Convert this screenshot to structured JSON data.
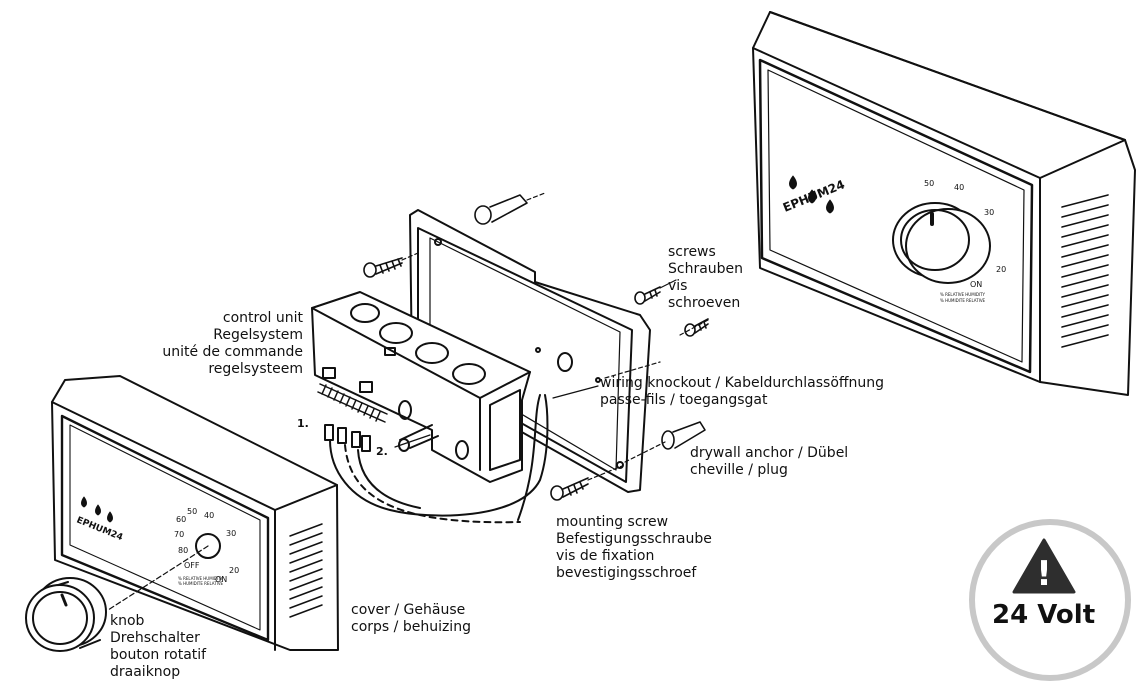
{
  "labels": {
    "screws": [
      "screws",
      "Schrauben",
      "vis",
      "schroeven"
    ],
    "control_unit": [
      "control unit",
      "Regelsystem",
      "unité de commande",
      "regelsysteem"
    ],
    "wiring_knockout": [
      "wiring knockout / Kabeldurchlassöffnung",
      "passe-fils / toegangsgat"
    ],
    "drywall_anchor": [
      "drywall anchor / Dübel",
      "cheville / plug"
    ],
    "mounting_screw": [
      "mounting screw",
      "Befestigungsschraube",
      "vis de fixation",
      "bevestigingsschroef"
    ],
    "cover": [
      "cover / Gehäuse",
      "corps / behuizing"
    ],
    "knob": [
      "knob",
      "Drehschalter",
      "bouton rotatif",
      "draaiknop"
    ]
  },
  "steps": [
    "1.",
    "2."
  ],
  "brand": "EPHUM24",
  "dial": {
    "small_scale": [
      "50",
      "40",
      "60",
      "30",
      "70",
      "80",
      "OFF",
      "20",
      "ON"
    ],
    "large_scale": [
      "50",
      "40",
      "30",
      "20",
      "ON"
    ]
  },
  "dial_caption_lines": [
    "% RELATIVE HUMIDITY",
    "% HUMIDITE RELATIVE"
  ],
  "warning": {
    "symbol": "!",
    "text": "24 Volt",
    "circle_color": "#c8c8c8",
    "triangle_color": "#2e2e2e"
  }
}
